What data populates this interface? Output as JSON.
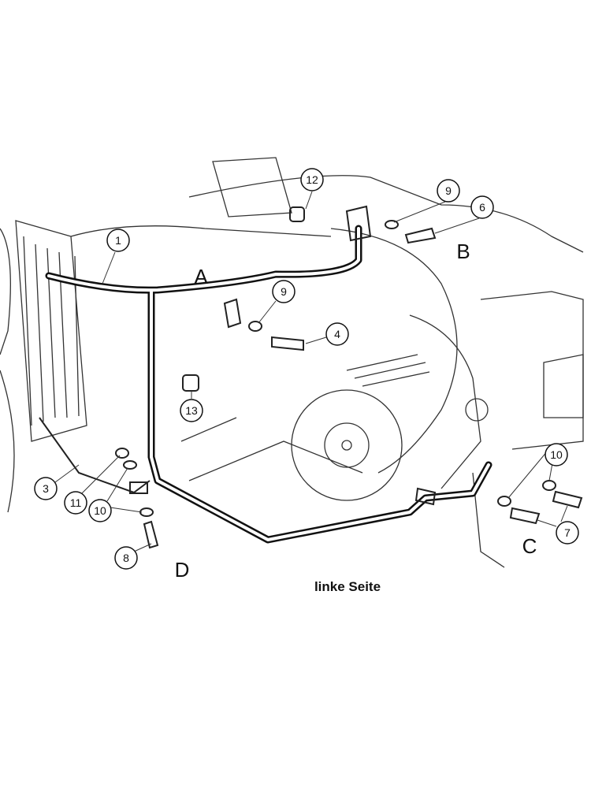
{
  "caption": "linke Seite",
  "section_letters": {
    "a": "A",
    "b": "B",
    "c": "C",
    "d": "D"
  },
  "callouts": {
    "c1": "1",
    "c3": "3",
    "c4": "4",
    "c6": "6",
    "c7a": "7",
    "c7b": "7",
    "c8": "8",
    "c9a": "9",
    "c9b": "9",
    "c10a": "10",
    "c10b": "10",
    "c11": "11",
    "c12": "12",
    "c13": "13"
  }
}
